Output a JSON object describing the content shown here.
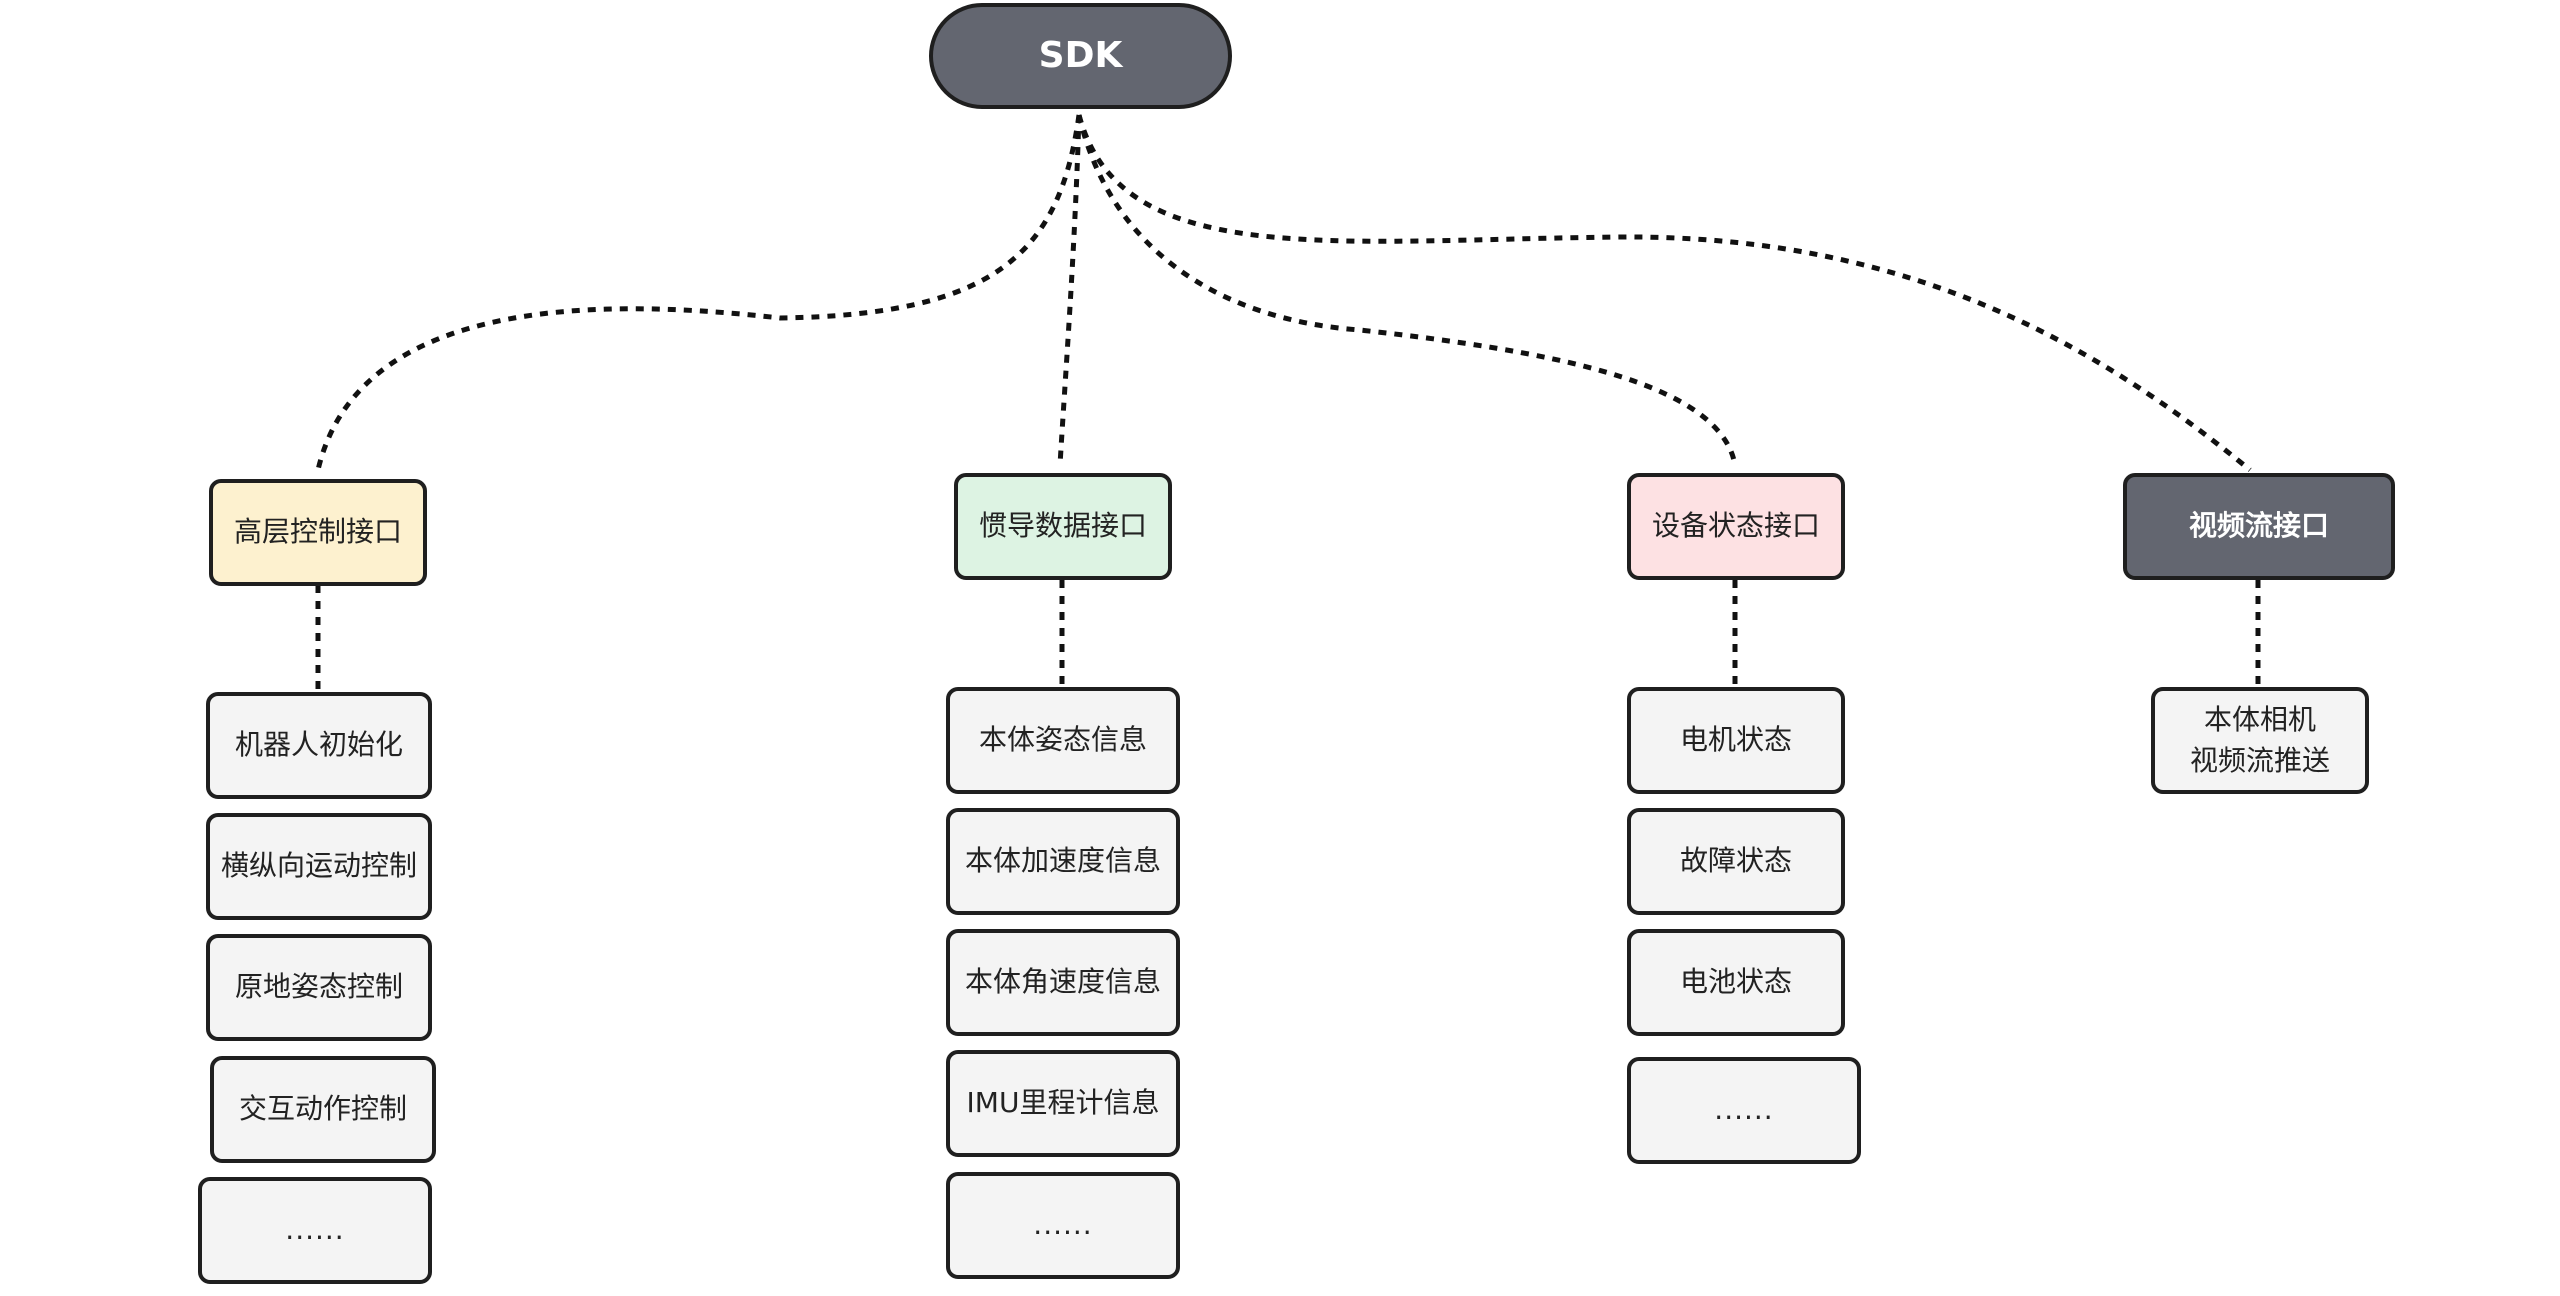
{
  "diagram": {
    "root": {
      "label": "SDK"
    },
    "categories": [
      {
        "label": "高层控制接口",
        "color": "#fdf1cf"
      },
      {
        "label": "惯导数据接口",
        "color": "#ddf3e3"
      },
      {
        "label": "设备状态接口",
        "color": "#fde1e3"
      },
      {
        "label": "视频流接口",
        "color": "#636670"
      }
    ],
    "items": [
      [
        "机器人初始化",
        "横纵向运动控制",
        "原地姿态控制",
        "交互动作控制",
        "......"
      ],
      [
        "本体姿态信息",
        "本体加速度信息",
        "本体角速度信息",
        "IMU里程计信息",
        "......"
      ],
      [
        "电机状态",
        "故障状态",
        "电池状态",
        "......"
      ],
      [
        "本体相机\n视频流推送"
      ]
    ]
  }
}
